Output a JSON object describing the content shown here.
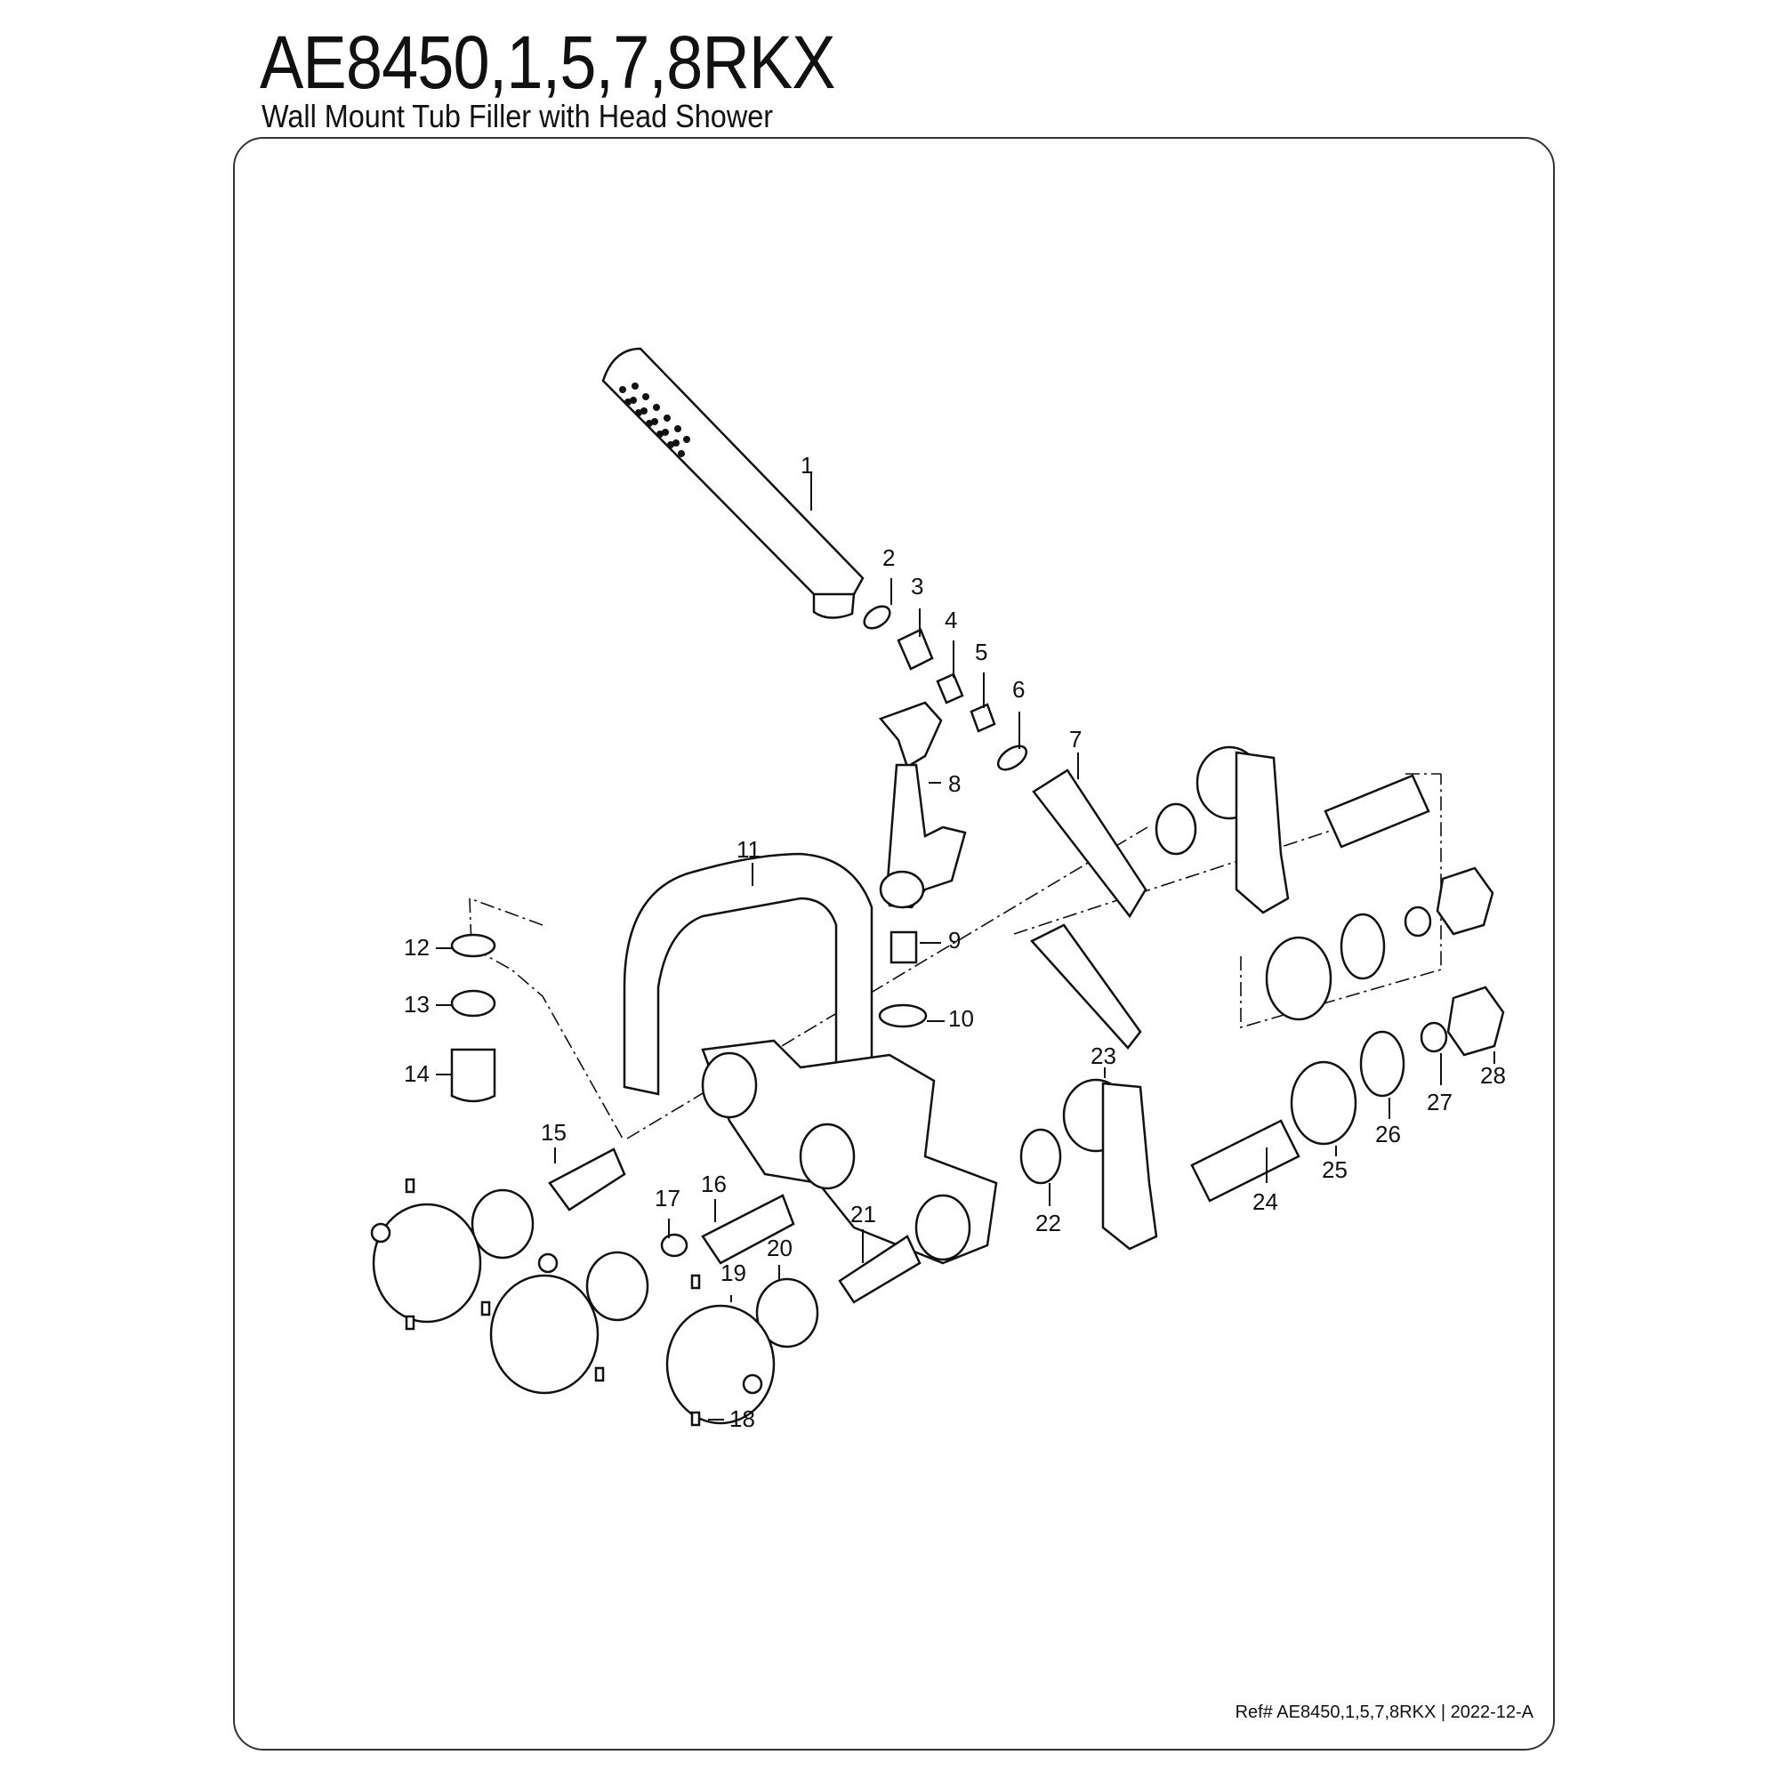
{
  "header": {
    "title": "AE8450,1,5,7,8RKX",
    "subtitle": "Wall Mount Tub Filler with Head Shower"
  },
  "footer": {
    "reference": "Ref# AE8450,1,5,7,8RKX | 2022-12-A"
  },
  "callouts": [
    "1",
    "2",
    "3",
    "4",
    "5",
    "6",
    "7",
    "8",
    "9",
    "10",
    "11",
    "12",
    "13",
    "14",
    "15",
    "16",
    "17",
    "18",
    "19",
    "20",
    "21",
    "22",
    "23",
    "24",
    "25",
    "26",
    "27",
    "28"
  ]
}
